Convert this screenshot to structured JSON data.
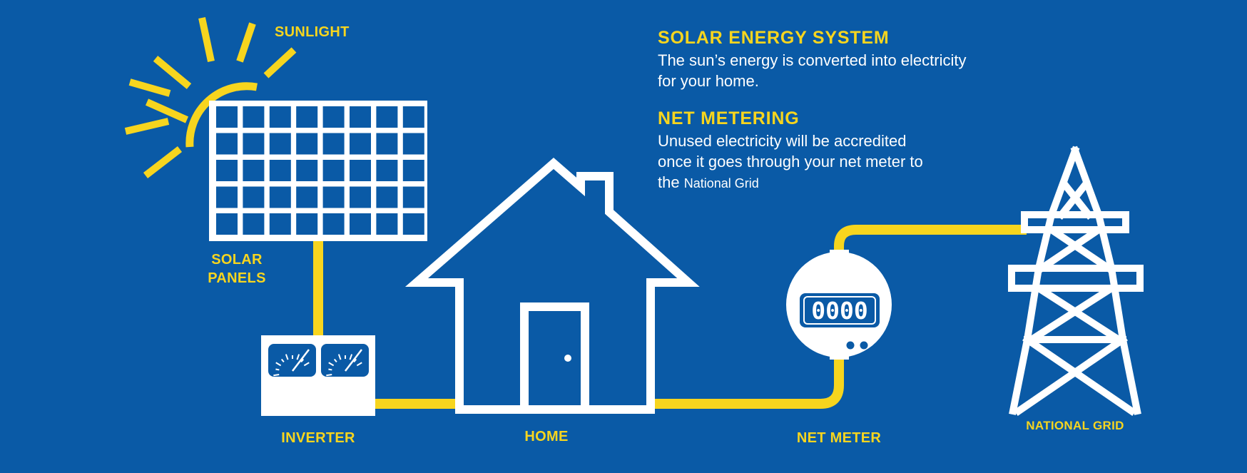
{
  "colors": {
    "background": "#0a5aa6",
    "accent": "#f7d51e",
    "line": "#ffffff"
  },
  "labels": {
    "sunlight": "SUNLIGHT",
    "solar_panels_line1": "SOLAR",
    "solar_panels_line2": "PANELS",
    "inverter": "INVERTER",
    "home": "HOME",
    "net_meter": "NET METER",
    "national_grid": "NATIONAL GRID"
  },
  "meter": {
    "display": "0000"
  },
  "info": {
    "solar": {
      "title": "SOLAR ENERGY SYSTEM",
      "line1": "The sun’s energy is converted into electricity",
      "line2": "for your home."
    },
    "net_metering": {
      "title": "NET METERING",
      "line1": "Unused electricity will be accredited",
      "line2": "once it goes through your net meter to",
      "line3_prefix": "the",
      "line3_suffix": "National Grid"
    }
  },
  "icons": {
    "sun": "sun-icon",
    "panel": "solar-panel-icon",
    "inverter": "inverter-icon",
    "house": "house-icon",
    "meter": "electric-meter-icon",
    "tower": "transmission-tower-icon"
  }
}
